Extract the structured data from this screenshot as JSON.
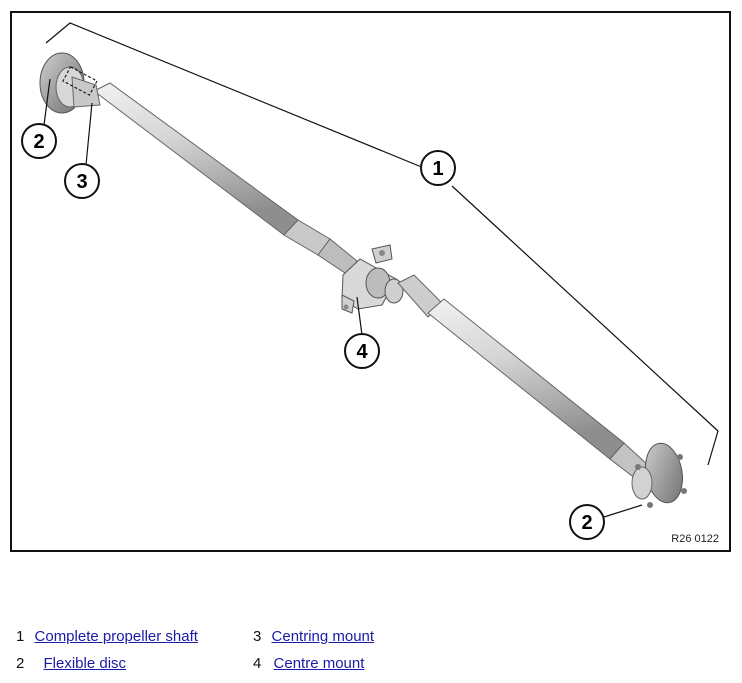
{
  "figure": {
    "code": "R26 0122",
    "callouts": [
      "1",
      "2",
      "3",
      "4",
      "2"
    ]
  },
  "legend": [
    {
      "number": "1",
      "label": "Complete propeller shaft"
    },
    {
      "number": "2",
      "label": "Flexible disc"
    },
    {
      "number": "3",
      "label": "Centring mount"
    },
    {
      "number": "4",
      "label": "Centre mount"
    }
  ],
  "colors": {
    "link": "#1a1aa6",
    "shaft_light": "#e2e2e2",
    "shaft_dark": "#9a9a9a"
  }
}
